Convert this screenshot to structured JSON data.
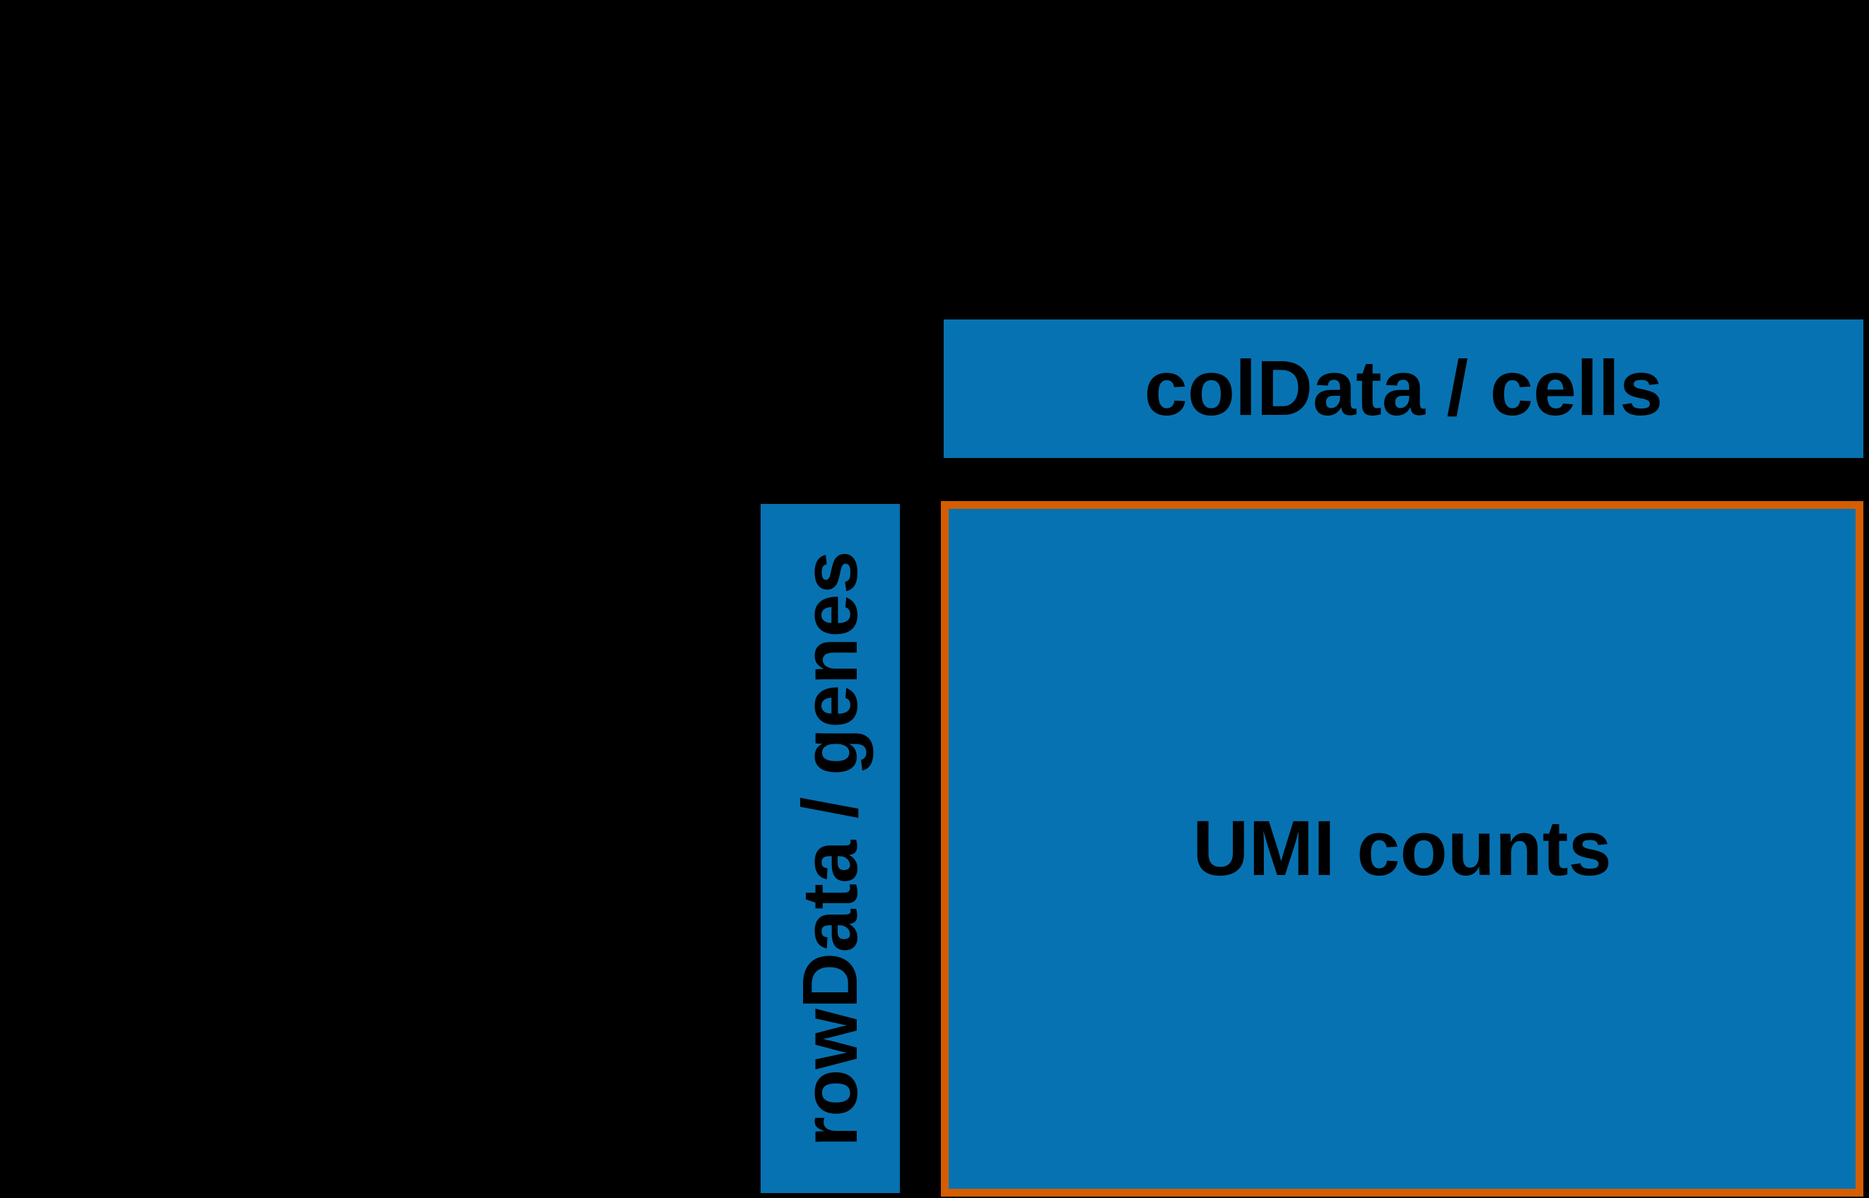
{
  "diagram": {
    "description": "Single-cell experiment data structure schematic on black background",
    "colors": {
      "background": "#000000",
      "box_blue": "#0772b2",
      "border_orange": "#d55e00",
      "text": "#000000"
    },
    "col_bar": {
      "label": "colData / cells"
    },
    "row_bar": {
      "label": "rowData / genes"
    },
    "matrix_box": {
      "label": "UMI counts"
    }
  }
}
